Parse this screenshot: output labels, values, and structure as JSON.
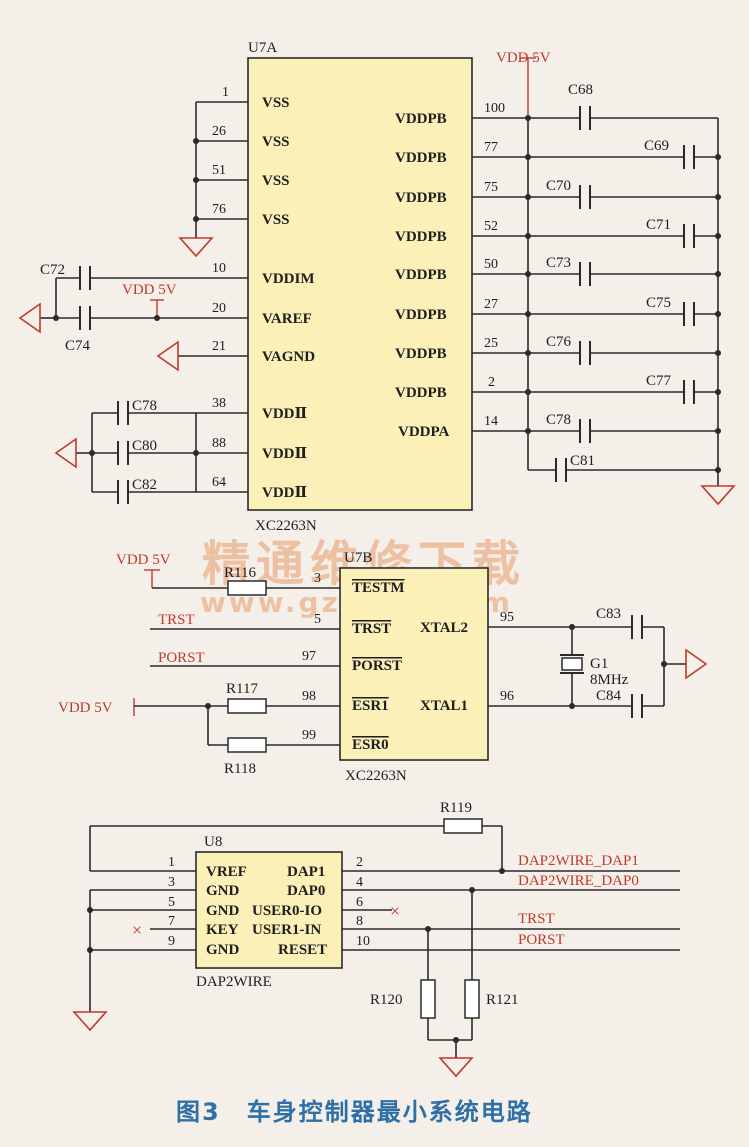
{
  "u7a": {
    "ref": "U7A",
    "part": "XC2263N",
    "left_pins": [
      {
        "num": "1",
        "name": "VSS"
      },
      {
        "num": "26",
        "name": "VSS"
      },
      {
        "num": "51",
        "name": "VSS"
      },
      {
        "num": "76",
        "name": "VSS"
      },
      {
        "num": "10",
        "name": "VDDIM"
      },
      {
        "num": "20",
        "name": "VAREF"
      },
      {
        "num": "21",
        "name": "VAGND"
      },
      {
        "num": "38",
        "name": "VDDⅡ"
      },
      {
        "num": "88",
        "name": "VDDⅡ"
      },
      {
        "num": "64",
        "name": "VDDⅡ"
      }
    ],
    "right_pins": [
      {
        "num": "100",
        "name": "VDDPB",
        "cap": "C68"
      },
      {
        "num": "77",
        "name": "VDDPB",
        "cap": "C69"
      },
      {
        "num": "75",
        "name": "VDDPB",
        "cap": "C70"
      },
      {
        "num": "52",
        "name": "VDDPB",
        "cap": "C71"
      },
      {
        "num": "50",
        "name": "VDDPB",
        "cap": "C73"
      },
      {
        "num": "27",
        "name": "VDDPB",
        "cap": "C75"
      },
      {
        "num": "25",
        "name": "VDDPB",
        "cap": "C76"
      },
      {
        "num": "2",
        "name": "VDDPB",
        "cap": "C77"
      },
      {
        "num": "14",
        "name": "VDDPA",
        "cap": "C78"
      }
    ],
    "extra_cap": "C81",
    "vdd_top": "VDD 5V",
    "vdd_vaaref": "VDD 5V",
    "left_caps": [
      "C72",
      "C74"
    ],
    "vddii_caps": [
      "C78",
      "C80",
      "C82"
    ]
  },
  "u7b": {
    "ref": "U7B",
    "part": "XC2263N",
    "vdd_label": "VDD 5V",
    "vdd_label2": "VDD 5V",
    "r116": "R116",
    "r117": "R117",
    "r118": "R118",
    "trst": "TRST",
    "porst": "PORST",
    "left_pins": [
      {
        "num": "3",
        "name": "TESTM"
      },
      {
        "num": "5",
        "name": "TRST"
      },
      {
        "num": "97",
        "name": "PORST"
      },
      {
        "num": "98",
        "name": "ESR1"
      },
      {
        "num": "99",
        "name": "ESR0"
      }
    ],
    "right_pins": [
      {
        "num": "95",
        "name": "XTAL2"
      },
      {
        "num": "96",
        "name": "XTAL1"
      }
    ],
    "c83": "C83",
    "c84": "C84",
    "g1": "G1",
    "freq": "8MHz"
  },
  "u8": {
    "ref": "U8",
    "part": "DAP2WIRE",
    "r119": "R119",
    "r120": "R120",
    "r121": "R121",
    "left_pins": [
      {
        "num": "1",
        "name": "VREF"
      },
      {
        "num": "3",
        "name": "GND"
      },
      {
        "num": "5",
        "name": "GND"
      },
      {
        "num": "7",
        "name": "KEY"
      },
      {
        "num": "9",
        "name": "GND"
      }
    ],
    "right_pins": [
      {
        "num": "2",
        "name": "DAP1"
      },
      {
        "num": "4",
        "name": "DAP0"
      },
      {
        "num": "6",
        "name": "USER0-IO"
      },
      {
        "num": "8",
        "name": "USER1-IN"
      },
      {
        "num": "10",
        "name": "RESET"
      }
    ],
    "nets": [
      "DAP2WIRE_DAP1",
      "DAP2WIRE_DAP0",
      "TRST",
      "PORST"
    ]
  },
  "watermark": {
    "cn": "精通维修下载",
    "url": "www.gzweix.com"
  },
  "caption": "图3　车身控制器最小系统电路",
  "colors": {
    "wire": "#2a2a2a",
    "net": "#c0392b",
    "chip": "#fbf0b8",
    "caption": "#2e6fa7",
    "watermark": "#e89a6a"
  }
}
